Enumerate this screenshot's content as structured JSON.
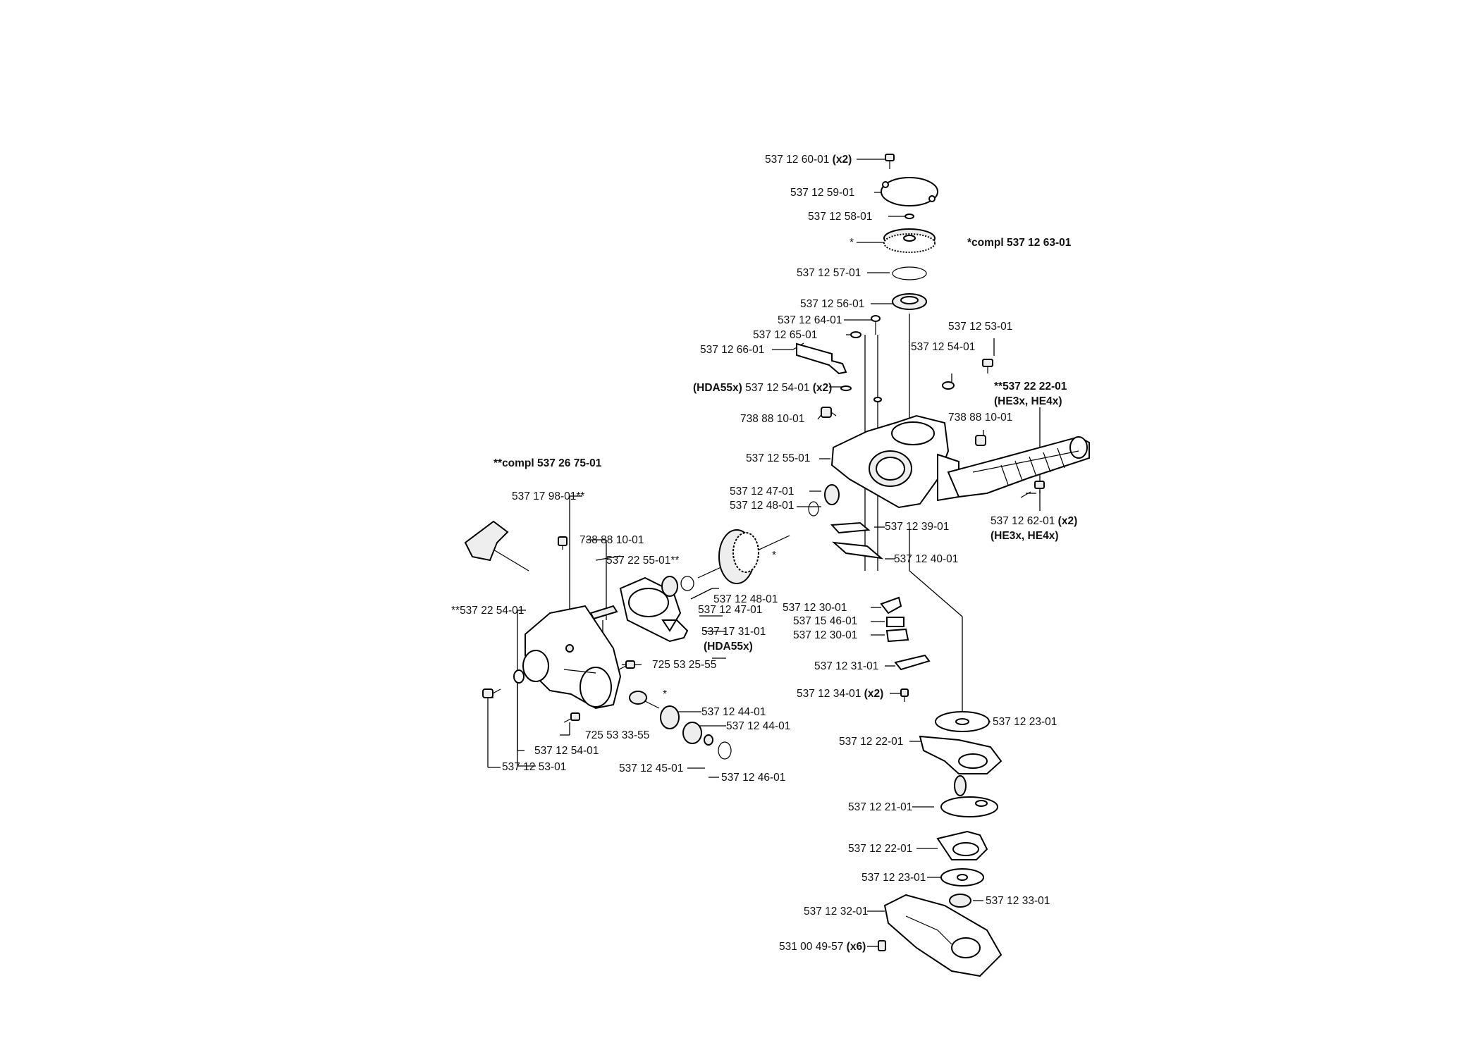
{
  "notes": {
    "compl_top": "*compl 537 12 63-01",
    "compl_left": "**compl 537 26 75-01",
    "star": "*"
  },
  "labels": {
    "l_60": "537 12 60-01",
    "l_60_q": "(x2)",
    "l_59": "537 12 59-01",
    "l_58": "537 12 58-01",
    "l_57": "537 12 57-01",
    "l_56": "537 12 56-01",
    "l_64": "537 12 64-01",
    "l_65": "537 12 65-01",
    "l_66": "537 12 66-01",
    "l_hda_54_prefix": "(HDA55x)",
    "l_hda_54": "537 12 54-01",
    "l_hda_54_q": "(x2)",
    "l_738a": "738 88 10-01",
    "l_55": "537 12 55-01",
    "l_53_top": "537 12 53-01",
    "l_54_top": "537 12 54-01",
    "l_2222": "**537 22 22-01",
    "l_2222_sub": "(HE3x, HE4x)",
    "l_738b": "738 88 10-01",
    "l_62": "537 12 62-01",
    "l_62_q": "(x2)",
    "l_62_sub": "(HE3x, HE4x)",
    "l_47a": "537 12 47-01",
    "l_48a": "537 12 48-01",
    "l_39": "537 12 39-01",
    "l_40": "537 12 40-01",
    "l_1798": "537 17 98-01**",
    "l_738c": "738 88 10-01",
    "l_2255": "537 22 55-01**",
    "l_48b": "537 12 48-01",
    "l_47b": "537 12 47-01",
    "l_1731": "537 17 31-01",
    "l_1731_sub": "(HDA55x)",
    "l_2254": "**537 22 54-01",
    "l_725a": "725 53 25-55",
    "l_30a": "537 12 30-01",
    "l_1546": "537 15 46-01",
    "l_30b": "537 12 30-01",
    "l_31": "537 12 31-01",
    "l_34": "537 12 34-01",
    "l_34_q": "(x2)",
    "l_44a": "537 12 44-01",
    "l_44b": "537 12 44-01",
    "l_725b": "725 53 33-55",
    "l_54_bot": "537 12 54-01",
    "l_53_bot": "537 12 53-01",
    "l_45": "537 12 45-01",
    "l_46": "537 12 46-01",
    "l_23a": "537 12 23-01",
    "l_22a": "537 12 22-01",
    "l_21": "537 12 21-01",
    "l_22b": "537 12 22-01",
    "l_23b": "537 12 23-01",
    "l_33": "537 12 33-01",
    "l_32": "537 12 32-01",
    "l_5310": "531 00 49-57",
    "l_5310_q": "(x6)"
  }
}
